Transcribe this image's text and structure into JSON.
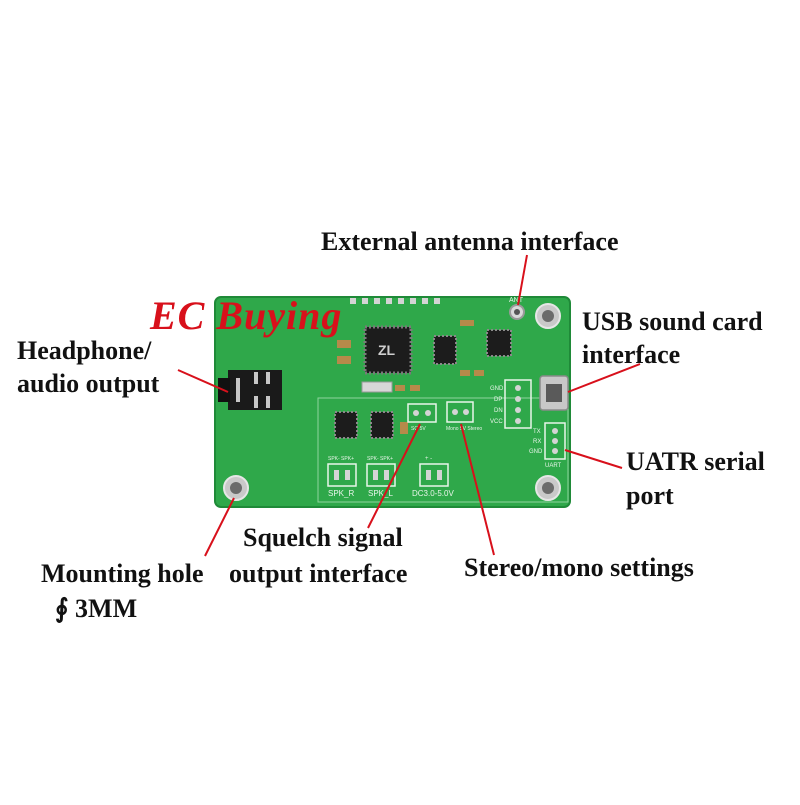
{
  "brand": {
    "watermark": "EC Buying",
    "color": "#d8101b"
  },
  "labels": {
    "antenna": "External antenna interface",
    "usb_line1": "USB sound card",
    "usb_line2": "interface",
    "headphone_line1": "Headphone/",
    "headphone_line2": "audio output",
    "uart_line1": "UATR serial",
    "uart_line2": "port",
    "squelch_line1": "Squelch signal",
    "squelch_line2": "output interface",
    "stereo": "Stereo/mono settings",
    "mount_line1": "Mounting hole",
    "mount_line2": "∮ 3MM"
  },
  "silkscreen": {
    "ant": "ANT",
    "usb_pins": [
      "GND",
      "DP",
      "DN",
      "VCC"
    ],
    "uart_pins": [
      "TX",
      "RX",
      "GND"
    ],
    "uart_label": "UART",
    "spk_r": "SPK_R",
    "spk_l": "SPK_L",
    "spk_r_pins": "SPK- SPK+",
    "spk_l_pins": "SPK- SPK+",
    "dc_pins": "+ -",
    "dc": "DC3.0-5.0V",
    "sq_pins": "SQ 5V",
    "stereo_pins": "Mono 5V Stereo"
  },
  "colors": {
    "pcb": "#2fa84a",
    "pcb_dark": "#1f8a38",
    "pointer": "#d8101b",
    "text": "#111111",
    "chip": "#1c1c1c"
  }
}
